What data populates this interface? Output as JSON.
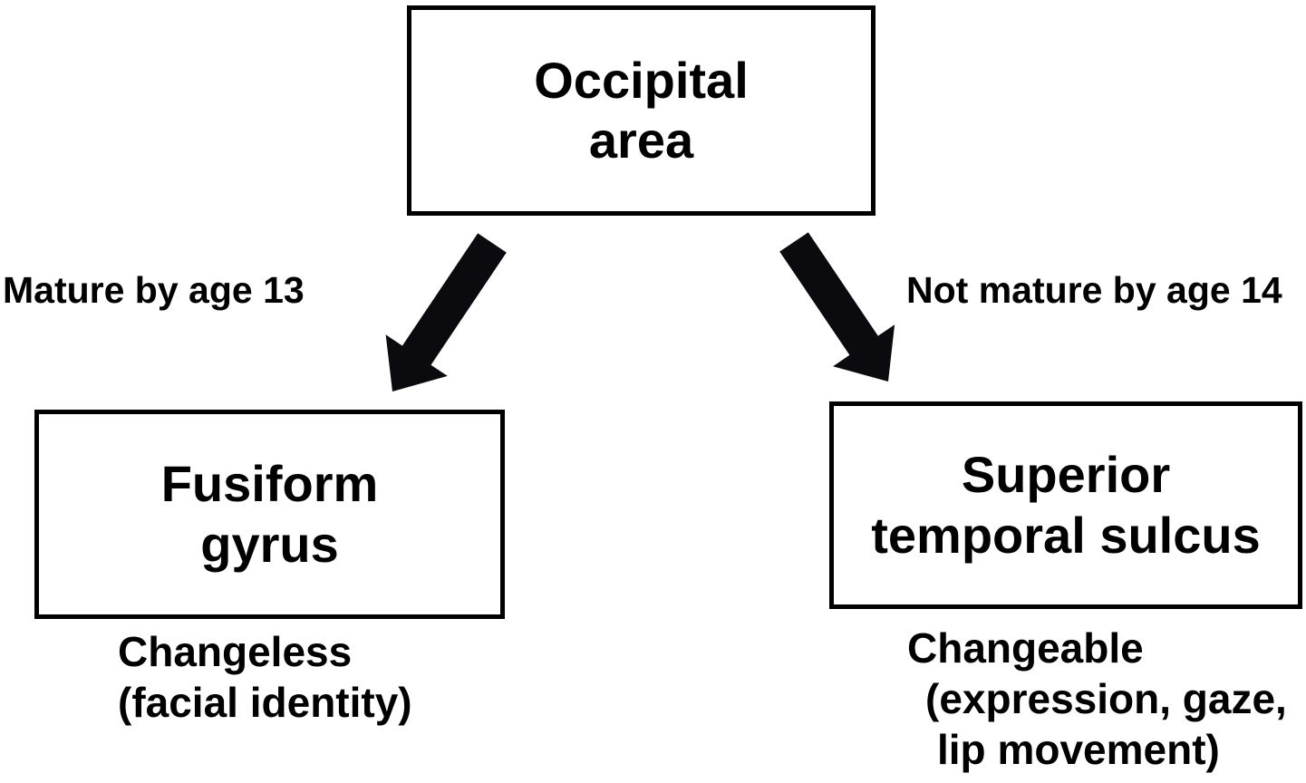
{
  "figure": {
    "background_color": "#ffffff",
    "ink_color": "#000000",
    "nodes": {
      "occipital": {
        "line1": "Occipital",
        "line2": "area"
      },
      "fusiform": {
        "line1": "Fusiform",
        "line2": "gyrus"
      },
      "superior_temporal_sulcus": {
        "line1": "Superior",
        "line2": "temporal sulcus"
      }
    },
    "arrow_labels": {
      "left": "Mature by age 13",
      "right": "Not mature by age 14"
    },
    "captions": {
      "fusiform": {
        "line1": "Changeless",
        "line2": "(facial identity)"
      },
      "superior_temporal_sulcus": {
        "line1": "Changeable",
        "line2": "(expression, gaze,",
        "line3": "lip movement)"
      }
    }
  }
}
